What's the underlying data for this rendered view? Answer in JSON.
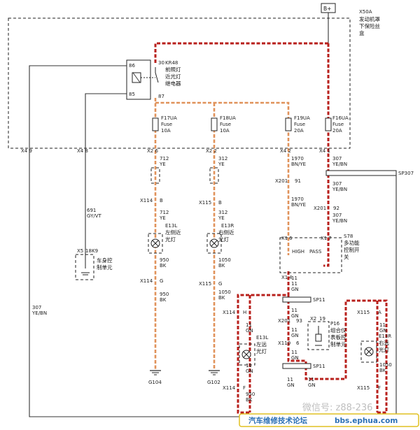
{
  "power": {
    "bplus": "B+"
  },
  "fuse_box": {
    "code": "X50A",
    "line1": "发动机罩",
    "line2": "下保险丝",
    "line3": "盒"
  },
  "relay": {
    "id": "KR48",
    "line1": "前照灯",
    "line2": "近光灯",
    "line3": "继电器",
    "pin86": "86",
    "pin85": "85",
    "pin30": "30",
    "pin87": "87"
  },
  "fuses": [
    {
      "id": "F17UA",
      "kind": "Fuse",
      "amp": "10A"
    },
    {
      "id": "F18UA",
      "kind": "Fuse",
      "amp": "10A"
    },
    {
      "id": "F19UA",
      "kind": "Fuse",
      "amp": "20A"
    },
    {
      "id": "F16UA",
      "kind": "Fuse",
      "amp": "20A"
    }
  ],
  "conn_labels": {
    "x4_9": "X4 9",
    "x4_8": "X4 8",
    "x2_6": "X2 6",
    "x2_2": "X2 2",
    "x4_2": "X4 2",
    "x4_1": "X4 1",
    "x201_91": "X201",
    "pin91": "91",
    "x201_92": "X201",
    "pin92": "92",
    "x114_b": "X114",
    "pin_b": "B",
    "x115_b": "X115",
    "pin_b2": "B",
    "x114_g": "X114",
    "pin_g": "G",
    "x115_g": "X115",
    "pin_g2": "G",
    "x5_k9": "X5",
    "pin18": "18",
    "k9": "K9",
    "x1_6": "X1",
    "pin6": "6",
    "x1_7": "X1",
    "pin7": "7",
    "x1_4": "X1",
    "pin4": "4",
    "x114_h": "X114",
    "pin_h": "H",
    "x115_a": "X115",
    "pin_a": "A",
    "x201_93": "X201",
    "pin93": "93",
    "x2_19": "X2",
    "pin19": "19",
    "x110_6": "X110",
    "pin6b": "6",
    "x114_f": "X114",
    "pin_f": "F",
    "x115_f": "X115",
    "pin_f2": "F"
  },
  "wires": {
    "w712a": "712",
    "w712a_c": "YE",
    "w312a": "312",
    "w312a_c": "YE",
    "w1970a": "1970",
    "w1970a_c": "BN/YE",
    "w307a": "307",
    "w307a_c": "YE/BN",
    "w307b": "307",
    "w307b_c": "YE/BN",
    "w1970b": "1970",
    "w1970b_c": "BN/YE",
    "w307c": "307",
    "w307c_c": "YE/BN",
    "w691": "691",
    "w691_c": "GY/VT",
    "w712b": "712",
    "w712b_c": "YE",
    "w312b": "312",
    "w312b_c": "YE",
    "w950a": "950",
    "w950a_c": "BK",
    "w1050a": "1050",
    "w1050a_c": "BK",
    "w950b": "950",
    "w950b_c": "BK",
    "w1050b": "1050",
    "w1050b_c": "BK",
    "w307d": "307",
    "w307d_c": "YE/BN",
    "w11a": "11",
    "w11a_c": "GN",
    "w11b": "11",
    "w11b_c": "GN",
    "w11c": "11",
    "w11c_c": "GN",
    "w11d": "11",
    "w11d_c": "GN",
    "w11e": "11",
    "w11e_c": "GN",
    "w11f": "11",
    "w11f_c": "GN",
    "w11g": "11",
    "w11g_c": "GN",
    "w11h": "11",
    "w11h_c": "GN",
    "w11i": "11",
    "w11i_c": "GN",
    "w11j": "11",
    "w11j_c": "GN",
    "w950c": "950",
    "w950c_c": "BK",
    "w1050c": "1050",
    "w1050c_c": "BK"
  },
  "splices": {
    "sp307": "SP307",
    "sp11a": "SP11",
    "sp11b": "SP11"
  },
  "lamps": {
    "e13l_low": {
      "id": "E13L",
      "line1": "左侧近",
      "line2": "光灯"
    },
    "e13r_low": {
      "id": "E13R",
      "line1": "右侧近",
      "line2": "光灯"
    },
    "e13l_high": {
      "id": "E13L",
      "line1": "左远",
      "line2": "光灯"
    },
    "e13r_high": {
      "id": "E13R",
      "line1": "右远",
      "line2": "光灯"
    }
  },
  "bcm": {
    "line1": "车身控",
    "line2": "制单元"
  },
  "switch": {
    "id": "S78",
    "line1": "多功能",
    "line2": "控制开",
    "line3": "关",
    "high": "HIGH",
    "pass": "PASS"
  },
  "cluster": {
    "id": "P16",
    "line1": "组合仪",
    "line2": "表板控",
    "line3": "制单元"
  },
  "grounds": {
    "g104": "G104",
    "g102": "G102"
  },
  "watermark": {
    "wechat": "微信号: z88-236",
    "forum": "汽车维修技术论坛",
    "url": "bbs.ephua.com"
  }
}
